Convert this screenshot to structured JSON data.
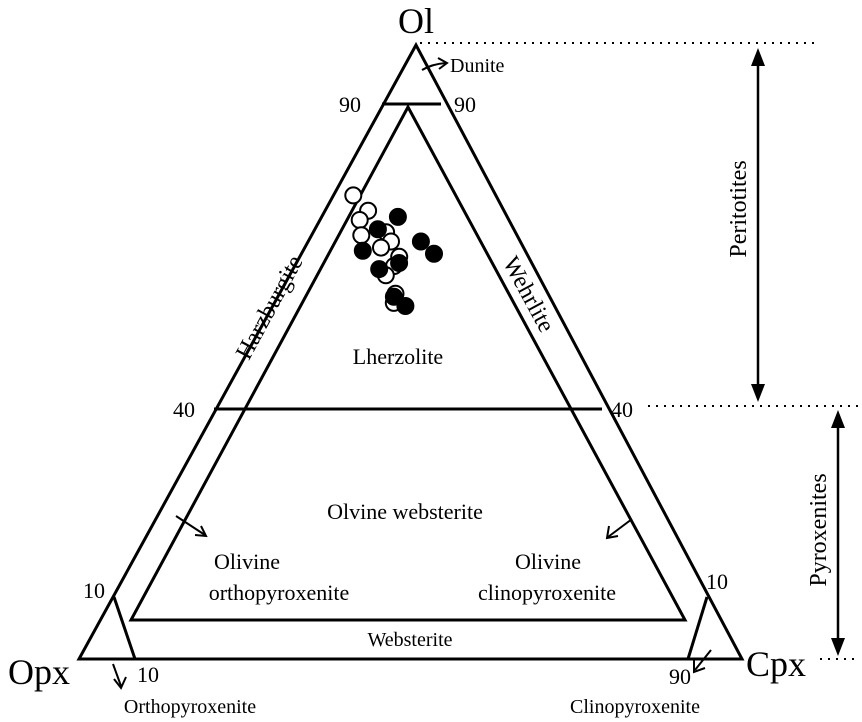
{
  "chart_data": {
    "type": "ternary",
    "vertices": {
      "top": "Ol",
      "left": "Opx",
      "right": "Cpx"
    },
    "tick_labels": {
      "ol_90_left": "90",
      "ol_90_right": "90",
      "ol_40_left": "40",
      "ol_40_right": "40",
      "left_10": "10",
      "left_bottom_10": "10",
      "right_10": "10",
      "right_bottom_90": "90"
    },
    "fields": {
      "dunite": "Dunite",
      "harzburgite": "Harzburgite",
      "wehrlite": "Wehrlite",
      "lherzolite": "Lherzolite",
      "olivine_websterite": "Olvine websterite",
      "olivine_orthopyroxenite_1": "Olivine",
      "olivine_orthopyroxenite_2": "orthopyroxenite",
      "olivine_clinopyroxenite_1": "Olivine",
      "olivine_clinopyroxenite_2": "clinopyroxenite",
      "websterite": "Websterite",
      "orthopyroxenite": "Orthopyroxenite",
      "clinopyroxenite": "Clinopyroxenite"
    },
    "groups": {
      "peridotites": "Peritotites",
      "pyroxenites": "Pyroxenites"
    },
    "series": [
      {
        "marker": "open-circle",
        "points": [
          {
            "ol": 75.5,
            "opx": 21.5,
            "cpx": 3.0
          },
          {
            "ol": 73.0,
            "opx": 20.5,
            "cpx": 6.5
          },
          {
            "ol": 71.5,
            "opx": 22.5,
            "cpx": 6.0
          },
          {
            "ol": 69.0,
            "opx": 23.5,
            "cpx": 7.5
          },
          {
            "ol": 69.5,
            "opx": 19.5,
            "cpx": 11.0
          },
          {
            "ol": 68.0,
            "opx": 19.5,
            "cpx": 12.5
          },
          {
            "ol": 67.0,
            "opx": 21.5,
            "cpx": 11.5
          },
          {
            "ol": 65.5,
            "opx": 19.5,
            "cpx": 15.0
          },
          {
            "ol": 64.0,
            "opx": 21.0,
            "cpx": 15.0
          },
          {
            "ol": 62.5,
            "opx": 23.0,
            "cpx": 14.5
          },
          {
            "ol": 59.5,
            "opx": 23.0,
            "cpx": 17.5
          },
          {
            "ol": 58.0,
            "opx": 24.0,
            "cpx": 18.0
          }
        ]
      },
      {
        "marker": "filled-circle",
        "points": [
          {
            "ol": 72.0,
            "opx": 16.5,
            "cpx": 11.5
          },
          {
            "ol": 70.0,
            "opx": 20.5,
            "cpx": 9.5
          },
          {
            "ol": 68.0,
            "opx": 15.0,
            "cpx": 17.0
          },
          {
            "ol": 66.5,
            "opx": 24.5,
            "cpx": 9.0
          },
          {
            "ol": 66.0,
            "opx": 14.0,
            "cpx": 20.0
          },
          {
            "ol": 64.5,
            "opx": 20.0,
            "cpx": 15.5
          },
          {
            "ol": 63.5,
            "opx": 23.5,
            "cpx": 13.0
          },
          {
            "ol": 59.0,
            "opx": 23.5,
            "cpx": 17.5
          },
          {
            "ol": 57.5,
            "opx": 22.5,
            "cpx": 20.0
          }
        ]
      }
    ]
  }
}
